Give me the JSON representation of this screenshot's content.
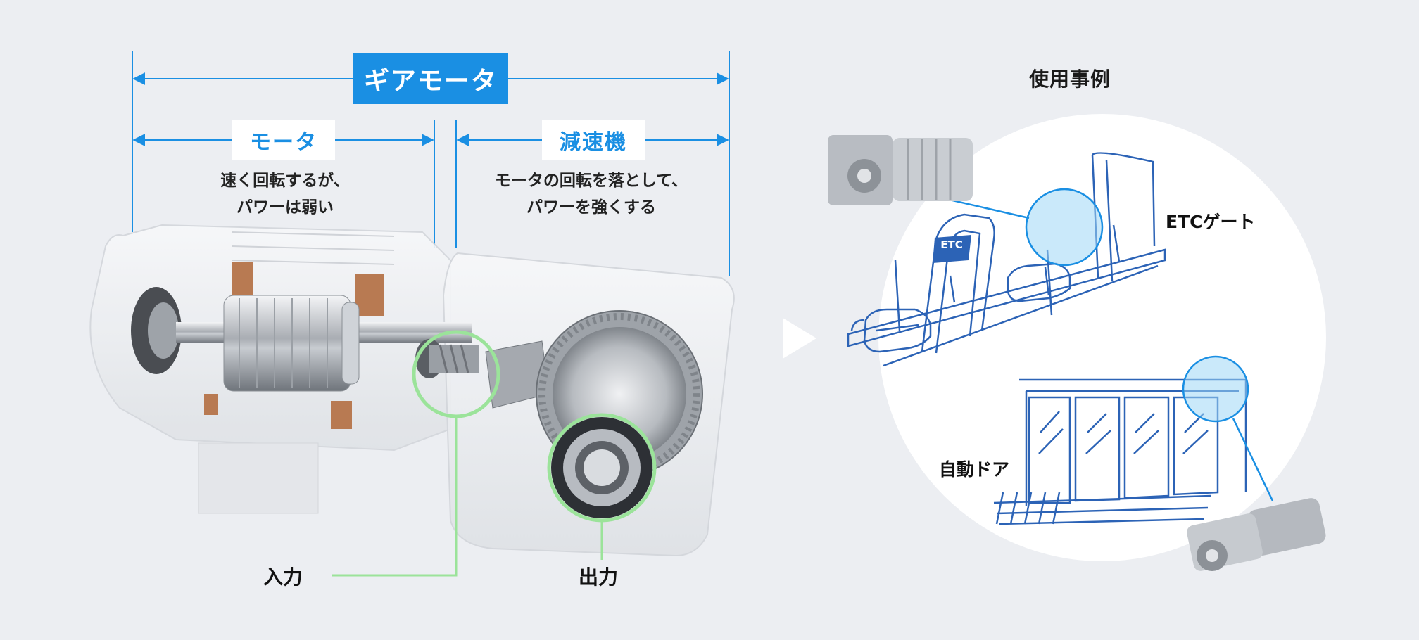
{
  "gearmotor_label": "ギアモータ",
  "motor_label": "モータ",
  "reducer_label": "減速機",
  "motor_desc": [
    "速く回転するが、",
    "パワーは弱い"
  ],
  "reducer_desc": [
    "モータの回転を落として、",
    "パワーを強くする"
  ],
  "input_label": "入力",
  "output_label": "出力",
  "usecase_title": "使用事例",
  "etc_label": "ETCゲート",
  "etc_sign": "ETC",
  "door_label": "自動ドア",
  "colors": {
    "accent": "#1a8fe3",
    "highlight_green": "#9be39a",
    "etc_line": "#2c63b6",
    "background": "#eceef2"
  },
  "icons": [
    "play-arrow-icon"
  ]
}
